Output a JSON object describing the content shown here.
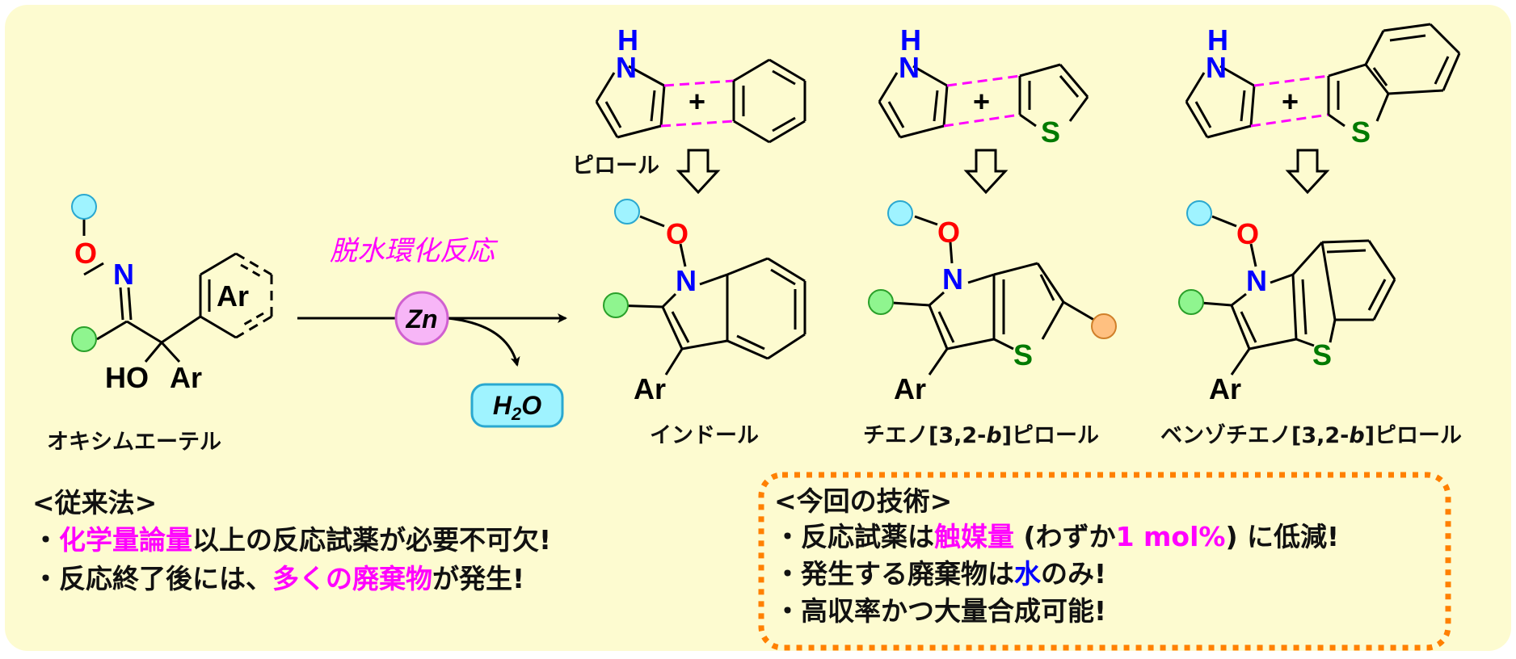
{
  "colors": {
    "background": "#fdfbd0",
    "magenta": "#ff00ff",
    "blue": "#0000ff",
    "red": "#ff0000",
    "sulfur": "#007a00",
    "cyan_dot": "#9ff3ff",
    "green_dot": "#8ff58f",
    "orange_dot": "#ffc080",
    "box_border": "#ff8000"
  },
  "atoms": {
    "H": "H",
    "N": "N",
    "O": "O",
    "S": "S",
    "Ar": "Ar",
    "HO": "HO",
    "plus": "+"
  },
  "reagent": {
    "catalyst": "Zn",
    "byproduct_main": "H",
    "byproduct_sub": "2",
    "byproduct_tail": "O",
    "reaction_name": "脱水環化反応"
  },
  "labels": {
    "starting_material": "オキシムエーテル",
    "pyrrole": "ピロール",
    "indole": "インドール",
    "thienopyrrole_a": "チエノ[3,2-",
    "thienopyrrole_b": "b",
    "thienopyrrole_c": "]ピロール",
    "benzothienopyrrole_a": "ベンゾチエノ[3,2-",
    "benzothienopyrrole_b": "b",
    "benzothienopyrrole_c": "]ピロール"
  },
  "conventional": {
    "heading": "<従来法>",
    "line1": {
      "bullet": "・",
      "hl": "化学量論量",
      "rest": "以上の反応試薬が必要不可欠!"
    },
    "line2": {
      "bullet": "・",
      "pre": "反応終了後には、",
      "hl": "多くの廃棄物",
      "rest": "が発生!"
    }
  },
  "current": {
    "heading": "<今回の技術>",
    "line1": {
      "bullet": "・",
      "pre": "反応試薬は",
      "hl": "触媒量",
      "mid": " (わずか",
      "hl2": "1 mol%",
      "rest": ") に低減!"
    },
    "line2": {
      "bullet": "・",
      "pre": "発生する廃棄物は",
      "hl": "水",
      "rest": "のみ!"
    },
    "line3": {
      "bullet": "・",
      "text": "高収率かつ大量合成可能!"
    }
  }
}
